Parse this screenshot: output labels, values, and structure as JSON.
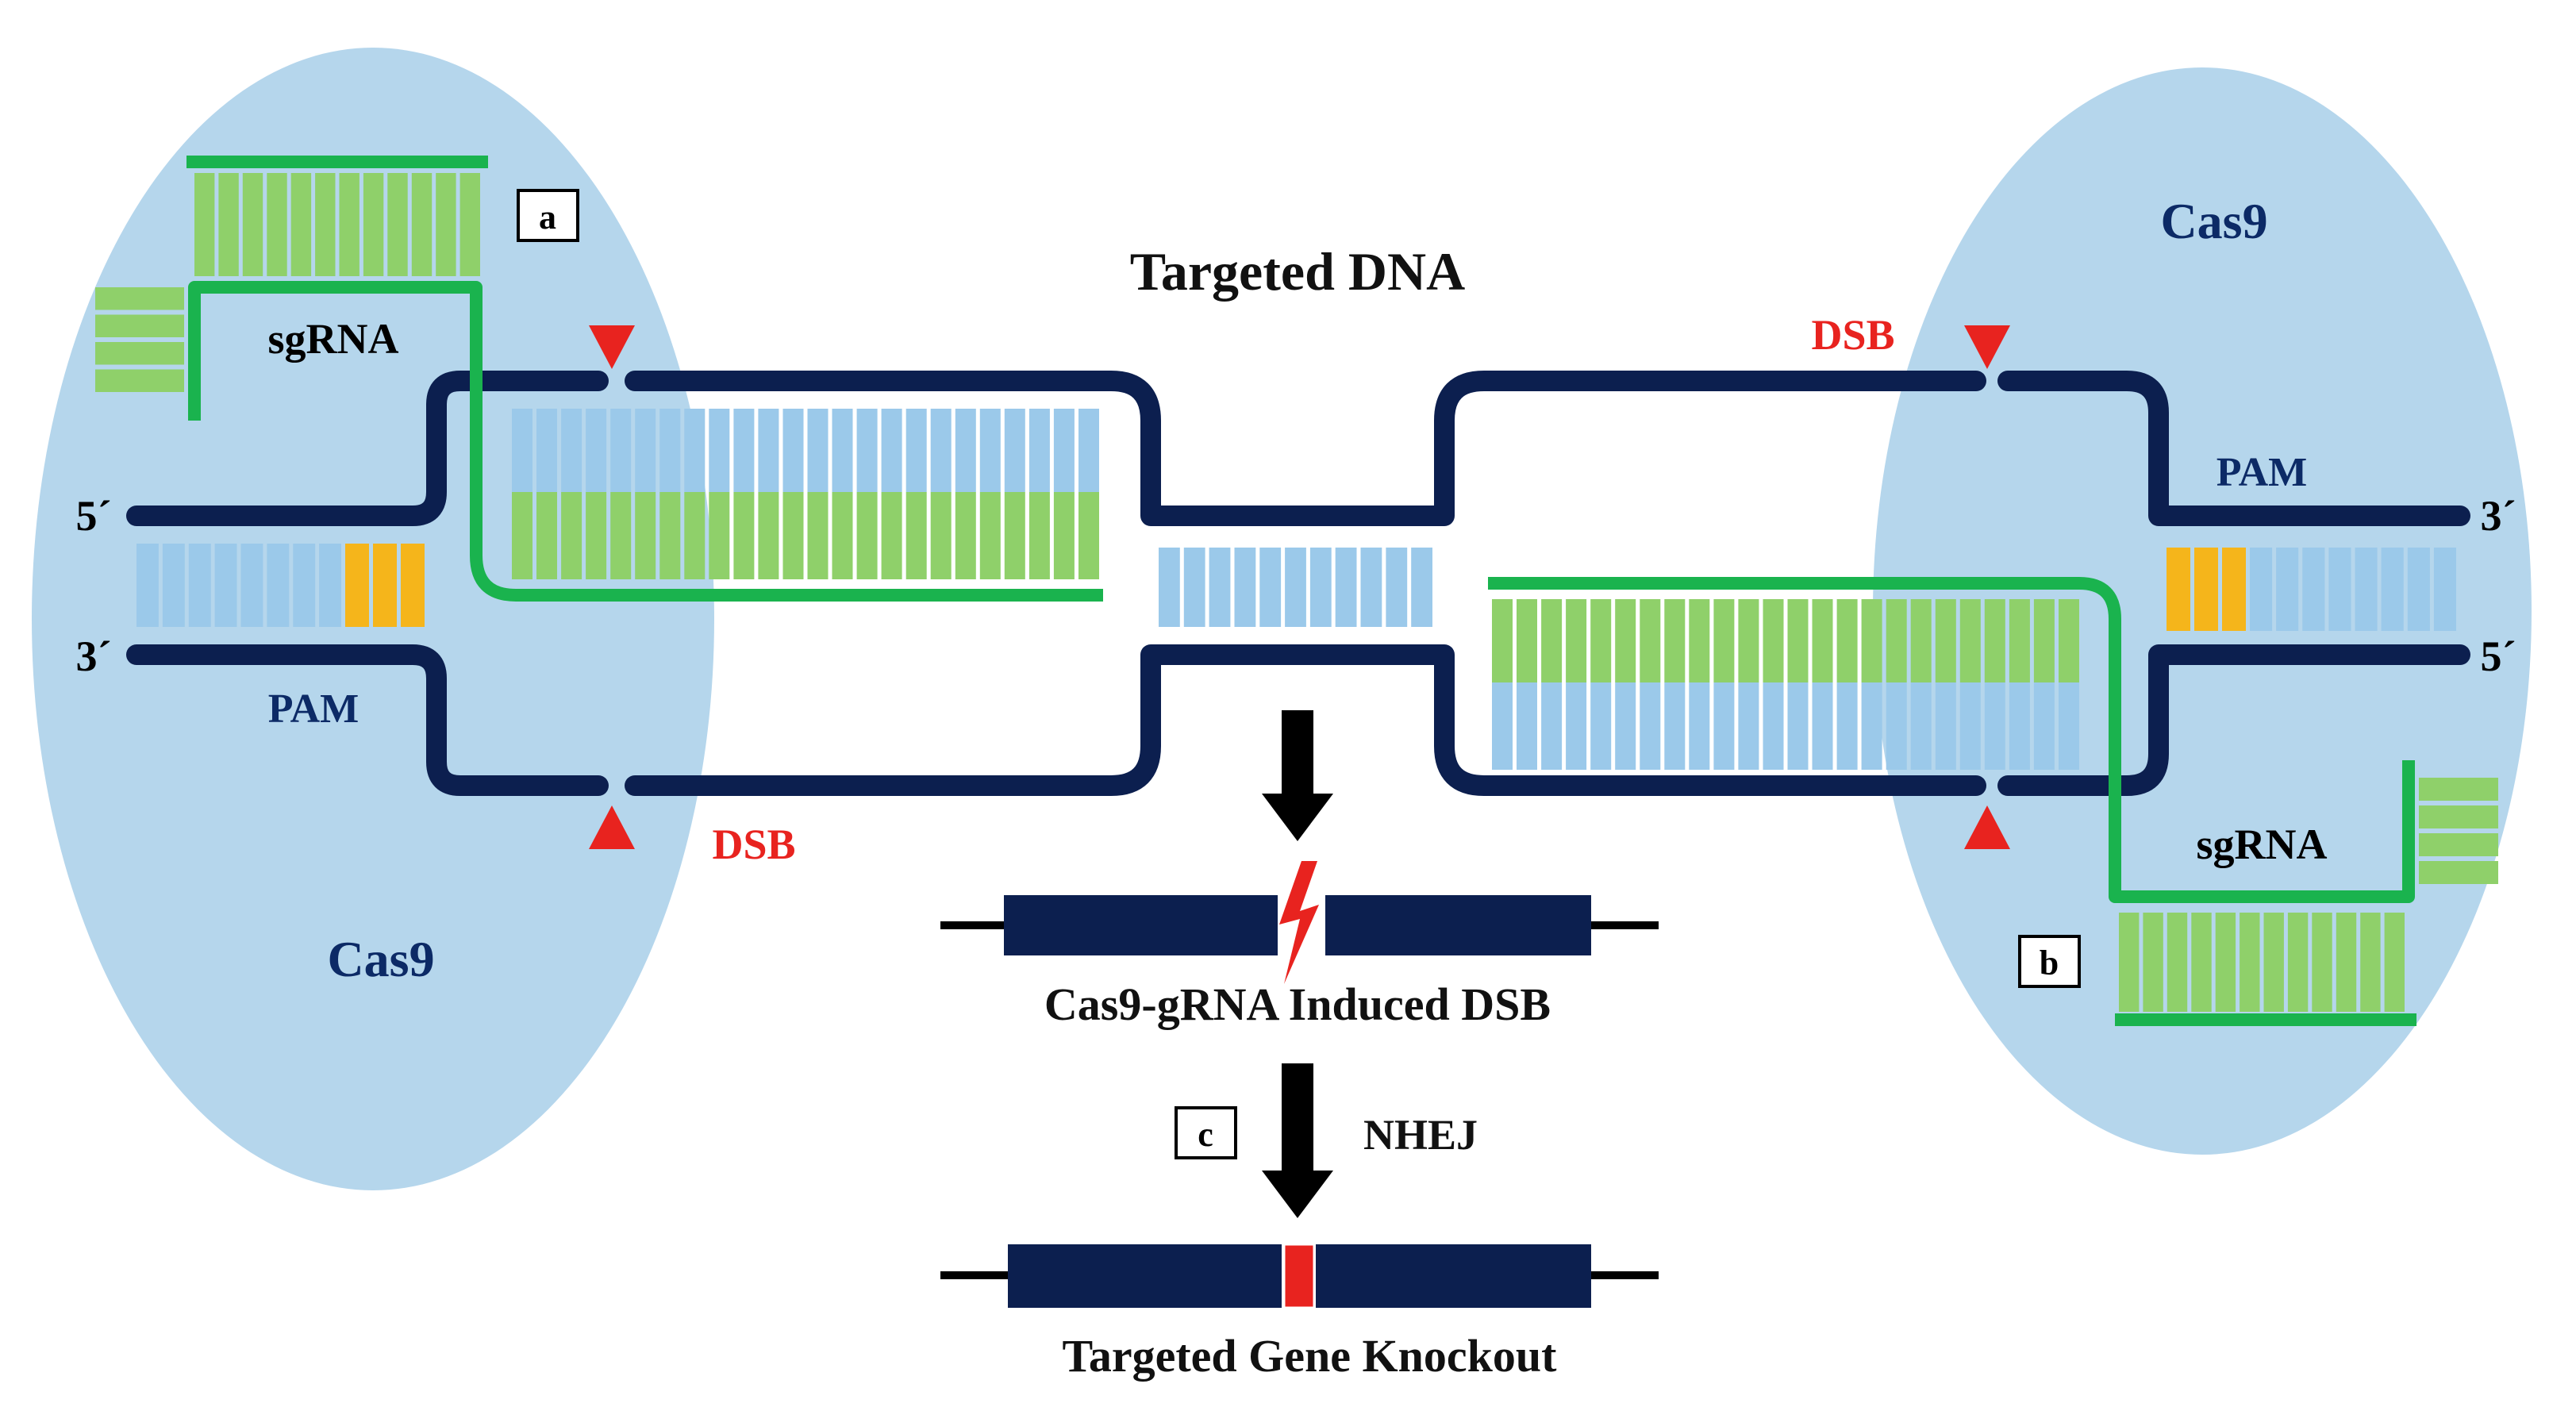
{
  "labels": {
    "title": "Targeted DNA",
    "panel_a": "a",
    "panel_b": "b",
    "panel_c": "c",
    "cas9_left": "Cas9",
    "cas9_right": "Cas9",
    "sgrna_left": "sgRNA",
    "sgrna_right": "sgRNA",
    "pam_left": "PAM",
    "pam_right": "PAM",
    "dsb_left": "DSB",
    "dsb_right": "DSB",
    "five_prime_left": "5´",
    "three_prime_left": "3´",
    "three_prime_right": "3´",
    "five_prime_right": "5´",
    "induced_dsb": "Cas9-gRNA Induced DSB",
    "nhej": "NHEJ",
    "knockout": "Targeted Gene Knockout"
  },
  "colors": {
    "cas9_blob": "#b5d6ec",
    "dna_strand": "#0c1f4f",
    "label_navy": "#0c2a66",
    "dsb_red": "#e8231f",
    "guide_green": "#1ab34e",
    "rna_green": "#8fd06a",
    "base_blue": "#9bc9ea",
    "pam_orange": "#f5b51b",
    "arrow_black": "#000000"
  }
}
